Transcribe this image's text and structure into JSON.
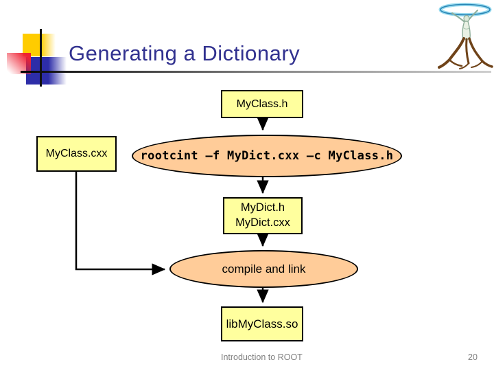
{
  "slide_title": "Generating a Dictionary",
  "diagram": {
    "myclass_h": "MyClass.h",
    "myclass_cxx": "MyClass.cxx",
    "rootcint_cmd": "rootcint –f MyDict.cxx –c MyClass.h",
    "mydict_h": "MyDict.h",
    "mydict_cxx": "MyDict.cxx",
    "compile_link": "compile and link",
    "lib_so": "libMyClass.so"
  },
  "footer": {
    "text": "Introduction to ROOT",
    "page_number": "20"
  },
  "icons": {
    "logo": "root-logo"
  },
  "colors": {
    "title": "#31318F",
    "box_fill": "#FFFF9E",
    "ellipse_fill": "#FFCC99",
    "connector": "#000000",
    "footer_text": "#7F7F7F",
    "deco_yellow": "#FFCC00",
    "deco_red": "#EE2233",
    "deco_blue": "#2D2DA8",
    "logo_hoop": "#53B2D8",
    "logo_roots": "#6F4319"
  }
}
